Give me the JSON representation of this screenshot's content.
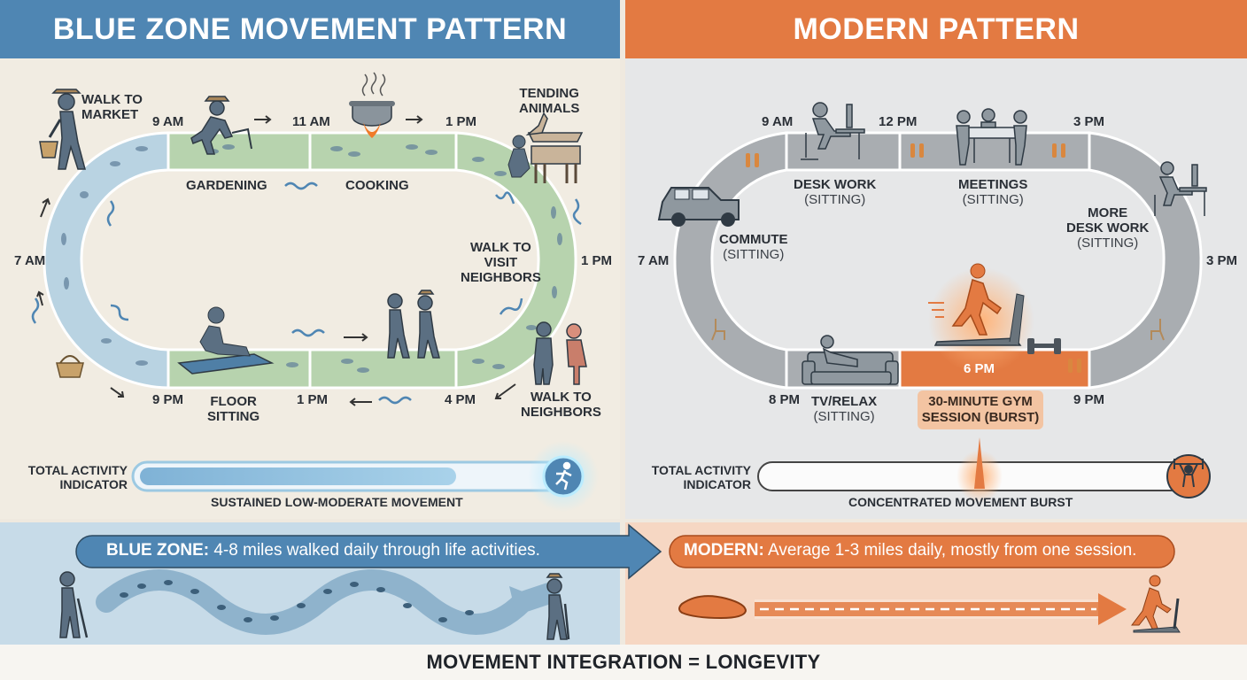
{
  "left": {
    "title": "BLUE ZONE MOVEMENT PATTERN",
    "times": {
      "t9am": "9 AM",
      "t11am": "11 AM",
      "t1pm_top": "1 PM",
      "t7am": "7 AM",
      "t1pm_right": "1 PM",
      "t9pm": "9 PM",
      "t1pm_bottom": "1 PM",
      "t4pm": "4 PM"
    },
    "activities": {
      "walk_market": "WALK TO\nMARKET",
      "gardening": "GARDENING",
      "cooking": "COOKING",
      "tending": "TENDING\nANIMALS",
      "visit_neighbors": "WALK TO\nVISIT\nNEIGHBORS",
      "floor_sitting": "FLOOR\nSITTING",
      "walk_neighbors": "WALK TO\nNEIGHBORS"
    },
    "indicator_label": "TOTAL ACTIVITY\nINDICATOR",
    "indicator_caption": "SUSTAINED LOW-MODERATE MOVEMENT",
    "indicator_fill": 0.75
  },
  "right": {
    "title": "MODERN PATTERN",
    "times": {
      "t9am": "9 AM",
      "t12pm": "12 PM",
      "t3pm_top": "3 PM",
      "t7am": "7 AM",
      "t3pm_right": "3 PM",
      "t8pm": "8 PM",
      "t6pm": "6 PM",
      "t9pm": "9 PM"
    },
    "activities": {
      "desk_work": "DESK WORK",
      "desk_work_sub": "(SITTING)",
      "meetings": "MEETINGS",
      "meetings_sub": "(SITTING)",
      "more_desk": "MORE\nDESK WORK",
      "more_desk_sub": "(SITTING)",
      "commute": "COMMUTE",
      "commute_sub": "(SITTING)",
      "tv_relax": "TV/RELAX",
      "tv_relax_sub": "(SITTING)",
      "gym": "30-MINUTE GYM\nSESSION (BURST)"
    },
    "indicator_label": "TOTAL ACTIVITY\nINDICATOR",
    "indicator_caption": "CONCENTRATED MOVEMENT BURST"
  },
  "banner": {
    "blue_bold": "BLUE ZONE:",
    "blue_text": " 4-8 miles walked daily through life activities.",
    "modern_bold": "MODERN:",
    "modern_text": " Average 1-3 miles daily, mostly from one session."
  },
  "footer": "MOVEMENT INTEGRATION = LONGEVITY",
  "colors": {
    "blue": "#4f86b3",
    "orange": "#e37a42",
    "green_track": "#b7d3ae",
    "blue_track": "#b9d3e2",
    "gray_track": "#a9adb1"
  },
  "icons": [
    "walker-icon",
    "cooking-pot-icon",
    "goat-icon",
    "basket-icon",
    "couple-walking-icon",
    "car-icon",
    "desk-icon",
    "meeting-table-icon",
    "couch-icon",
    "treadmill-runner-icon",
    "dumbbell-icon",
    "footprint-icon",
    "weightlifter-icon",
    "running-person-icon"
  ]
}
